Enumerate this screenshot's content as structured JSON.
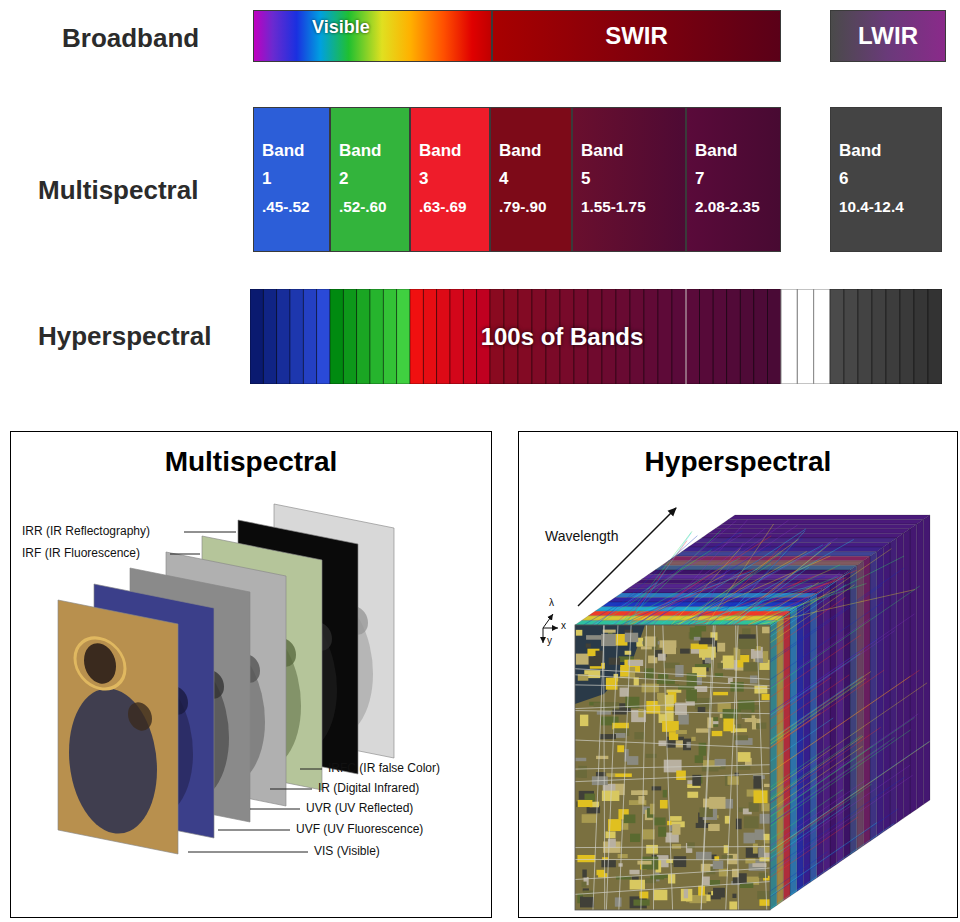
{
  "diagram": {
    "nodes": [
      {
        "text": [
          "Visible"
        ]
      },
      {
        "text": [
          "SWIR"
        ]
      },
      {
        "text": [
          "LWIR"
        ]
      },
      {
        "text": [
          "Band 1",
          ".45-.52"
        ]
      },
      {
        "text": [
          "Band 2",
          ".52-.60"
        ]
      },
      {
        "text": [
          "Band 3",
          ".63-.69"
        ]
      },
      {
        "text": [
          "Band 4",
          ".79-.90"
        ]
      },
      {
        "text": [
          "Band 5",
          "1.55-1.75"
        ]
      },
      {
        "text": [
          "Band 7",
          "2.08-2.35"
        ]
      },
      {
        "text": [
          "Band 6",
          "10.4-12.4"
        ]
      },
      {
        "text": [
          "100s of Bands"
        ]
      },
      {
        "text": [
          "Multispectral"
        ]
      },
      {
        "text": [
          "Hyperspectral"
        ]
      }
    ],
    "labels": [
      "Broadband",
      "Multispectral",
      "Hyperspectral",
      "IRR (IR Reflectography)",
      "IRF (IR Fluorescence)",
      "IRFC (IR false Color)",
      "IR (Digital Infrared)",
      "UVR (UV Reflected)",
      "UVF (UV Fluorescence)",
      "VIS (Visible)",
      "Wavelength",
      "λ",
      "x",
      "y"
    ]
  }
}
